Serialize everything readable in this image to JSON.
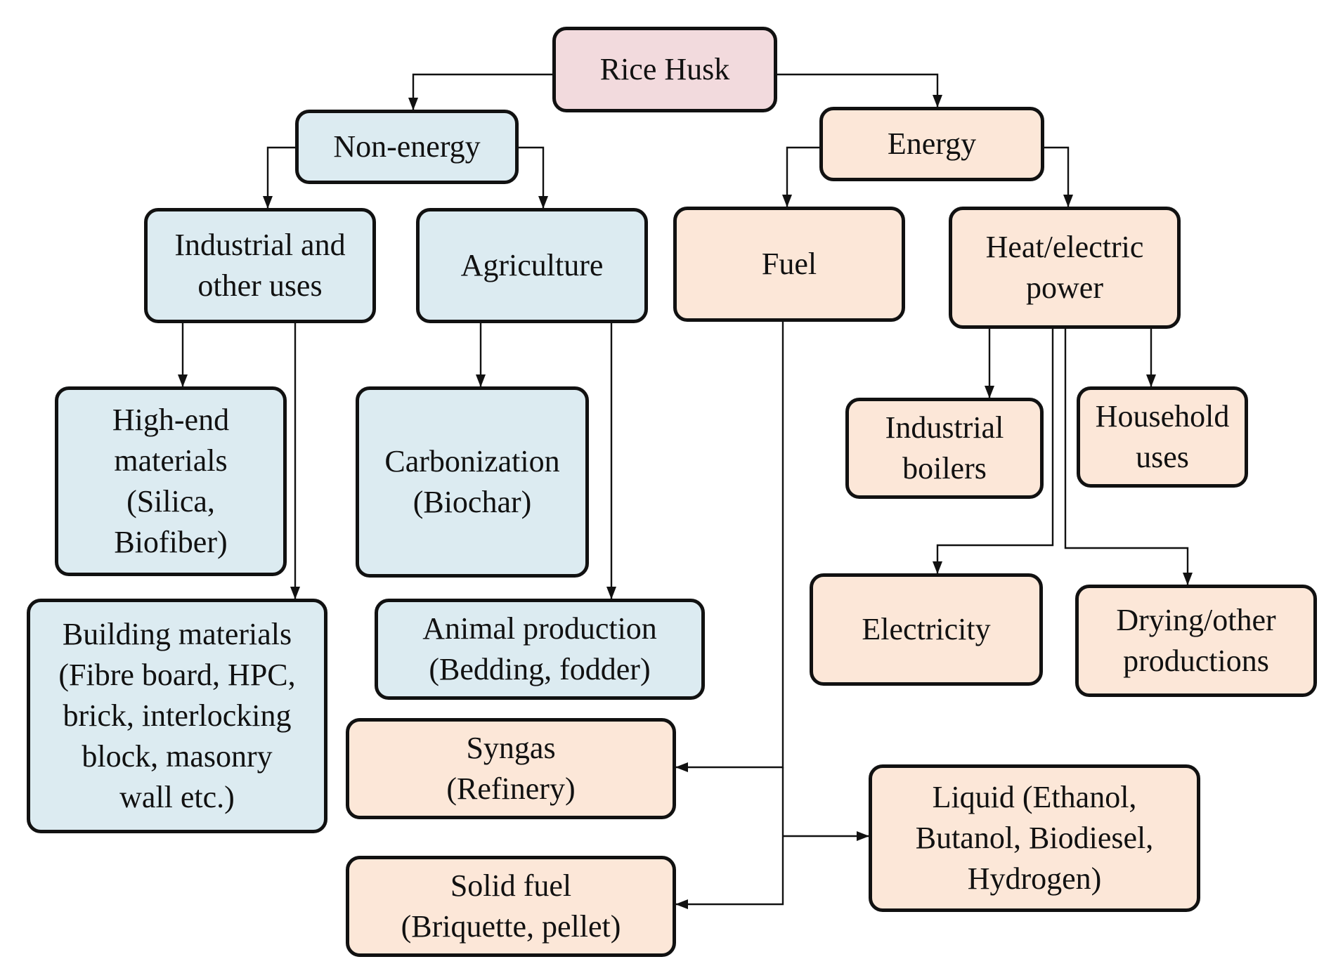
{
  "colors": {
    "root": "#f2dadd",
    "non_energy": "#dcebf1",
    "energy": "#fce7d8",
    "line": "#111111"
  },
  "nodes": {
    "rice_husk": [
      "Rice Husk"
    ],
    "non_energy": [
      "Non-energy"
    ],
    "energy": [
      "Energy"
    ],
    "industrial": [
      "Industrial and",
      "other uses"
    ],
    "agriculture": [
      "Agriculture"
    ],
    "fuel": [
      "Fuel"
    ],
    "heat_power": [
      "Heat/electric",
      "power"
    ],
    "high_end": [
      "High-end",
      "materials",
      "(Silica,",
      "Biofiber)"
    ],
    "building": [
      "Building materials",
      "(Fibre board, HPC,",
      "brick, interlocking",
      "block, masonry",
      "wall etc.)"
    ],
    "carbonization": [
      "Carbonization",
      "(Biochar)"
    ],
    "animal": [
      "Animal production",
      "(Bedding, fodder)"
    ],
    "syngas": [
      "Syngas",
      "(Refinery)"
    ],
    "solid_fuel": [
      "Solid fuel",
      "(Briquette, pellet)"
    ],
    "liquid": [
      "Liquid (Ethanol,",
      "Butanol, Biodiesel,",
      "Hydrogen)"
    ],
    "boilers": [
      "Industrial",
      "boilers"
    ],
    "household": [
      "Household",
      "uses"
    ],
    "electricity": [
      "Electricity"
    ],
    "drying": [
      "Drying/other",
      "productions"
    ]
  }
}
